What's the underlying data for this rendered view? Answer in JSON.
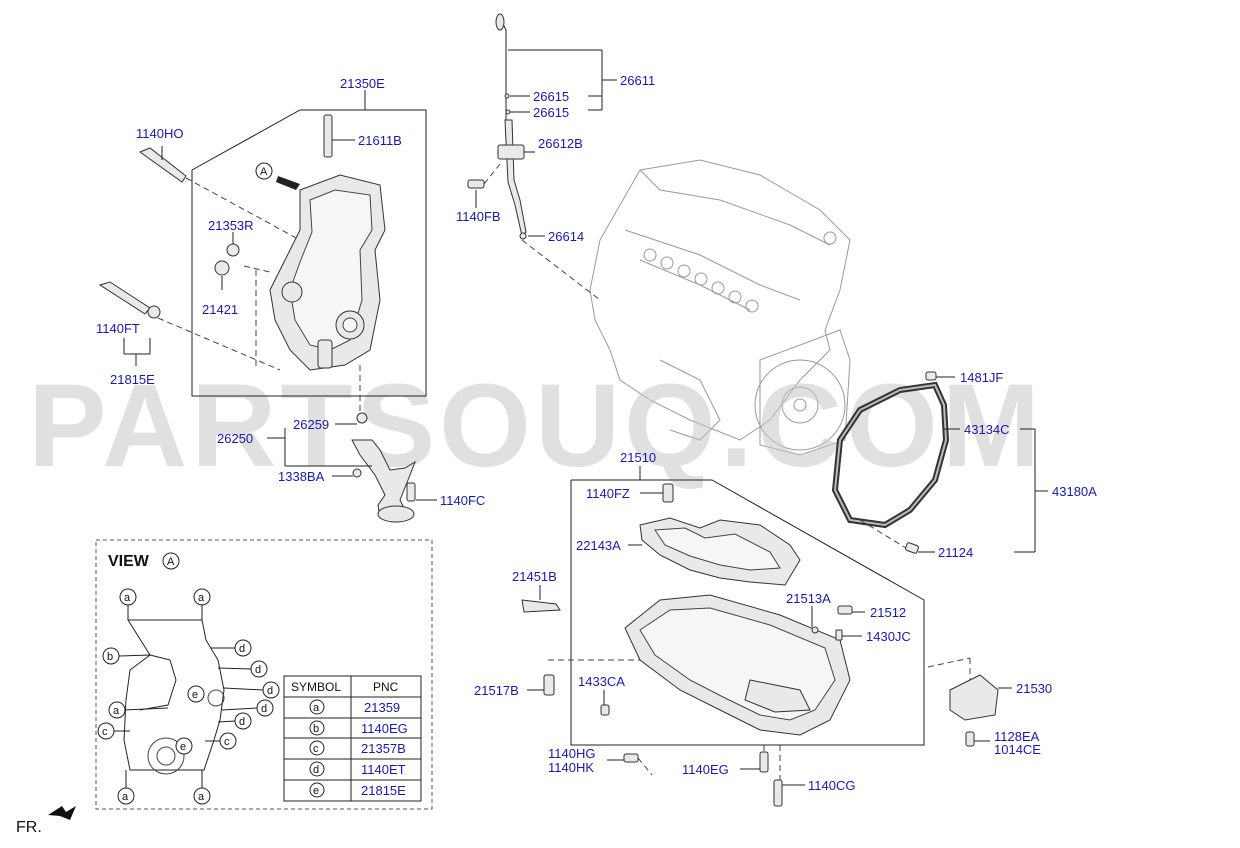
{
  "watermark": "PARTSOUQ.COM",
  "view": {
    "title": "VIEW",
    "marker": "A"
  },
  "front_label": "FR.",
  "callouts": {
    "c21350E": "21350E",
    "c1140HO": "1140HO",
    "c21611B": "21611B",
    "c21353R": "21353R",
    "c21421": "21421",
    "c1140FT": "1140FT",
    "c21815E": "21815E",
    "c26611": "26611",
    "c26615a": "26615",
    "c26615b": "26615",
    "c26612B": "26612B",
    "c1140FB": "1140FB",
    "c26614": "26614",
    "c26259": "26259",
    "c26250": "26250",
    "c1338BA": "1338BA",
    "c1140FC": "1140FC",
    "c1481JF": "1481JF",
    "c43134C": "43134C",
    "c43180A": "43180A",
    "c21124": "21124",
    "c21510": "21510",
    "c1140FZ": "1140FZ",
    "c22143A": "22143A",
    "c21451B": "21451B",
    "c21513A": "21513A",
    "c21512": "21512",
    "c1430JC": "1430JC",
    "c1433CA": "1433CA",
    "c21517B": "21517B",
    "c21530": "21530",
    "c1128EA": "1128EA",
    "c1014CE": "1014CE",
    "c1140HG": "1140HG",
    "c1140HK": "1140HK",
    "c1140EG": "1140EG",
    "c1140CG": "1140CG"
  },
  "view_markers": {
    "a": "a",
    "b": "b",
    "c": "c",
    "d": "d",
    "e": "e"
  },
  "symbol_table": {
    "headers": [
      "SYMBOL",
      "PNC"
    ],
    "rows": [
      {
        "symbol": "a",
        "pnc": "21359"
      },
      {
        "symbol": "b",
        "pnc": "1140EG"
      },
      {
        "symbol": "c",
        "pnc": "21357B"
      },
      {
        "symbol": "d",
        "pnc": "1140ET"
      },
      {
        "symbol": "e",
        "pnc": "21815E"
      }
    ]
  }
}
